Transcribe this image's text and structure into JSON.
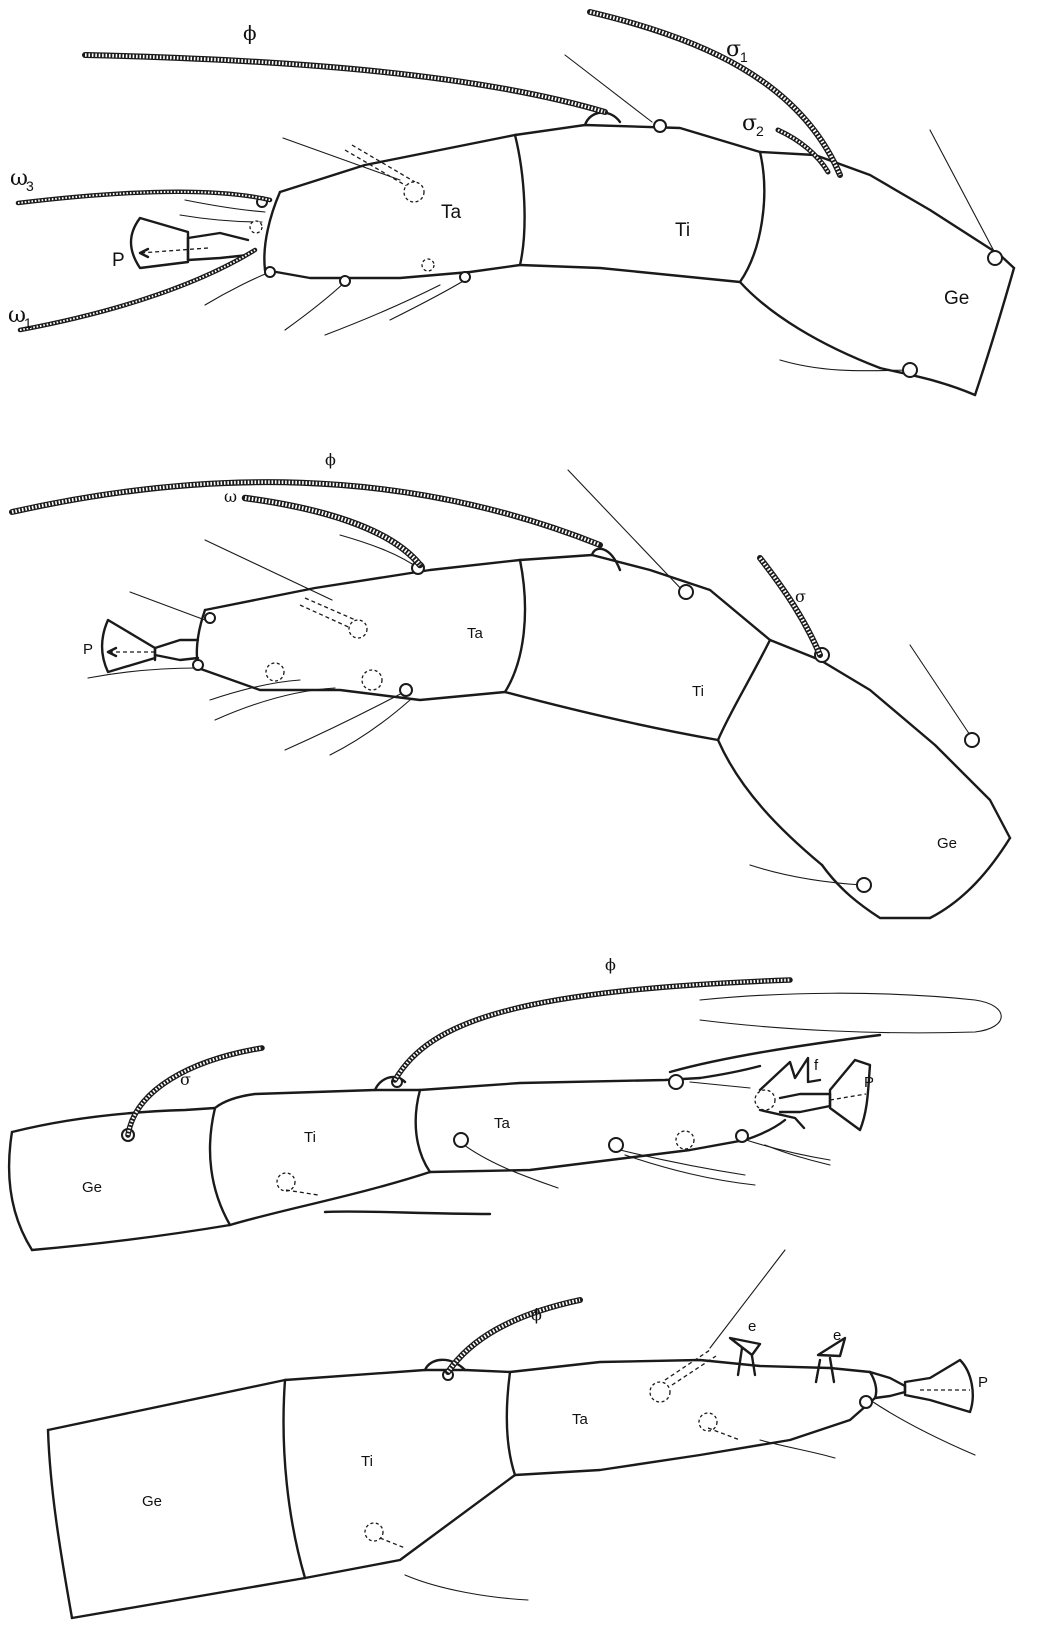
{
  "panels": [
    {
      "segments": [
        "Ta",
        "Ti",
        "Ge"
      ],
      "pretarsus": "P",
      "solenidia": [
        {
          "sym": "ϕ",
          "sub": ""
        },
        {
          "sym": "σ",
          "sub": "1"
        },
        {
          "sym": "σ",
          "sub": "2"
        },
        {
          "sym": "ω",
          "sub": "3"
        },
        {
          "sym": "ω",
          "sub": "1"
        }
      ]
    },
    {
      "segments": [
        "Ta",
        "Ti",
        "Ge"
      ],
      "pretarsus": "P",
      "solenidia": [
        {
          "sym": "ϕ",
          "sub": ""
        },
        {
          "sym": "ω",
          "sub": ""
        },
        {
          "sym": "σ",
          "sub": ""
        }
      ]
    },
    {
      "segments": [
        "Ge",
        "Ti",
        "Ta"
      ],
      "pretarsus": "P",
      "extra": [
        "f"
      ],
      "solenidia": [
        {
          "sym": "ϕ",
          "sub": ""
        },
        {
          "sym": "σ",
          "sub": ""
        }
      ]
    },
    {
      "segments": [
        "Ge",
        "Ti",
        "Ta"
      ],
      "pretarsus": "P",
      "extra": [
        "e",
        "e"
      ],
      "solenidia": [
        {
          "sym": "ϕ",
          "sub": ""
        }
      ]
    }
  ]
}
